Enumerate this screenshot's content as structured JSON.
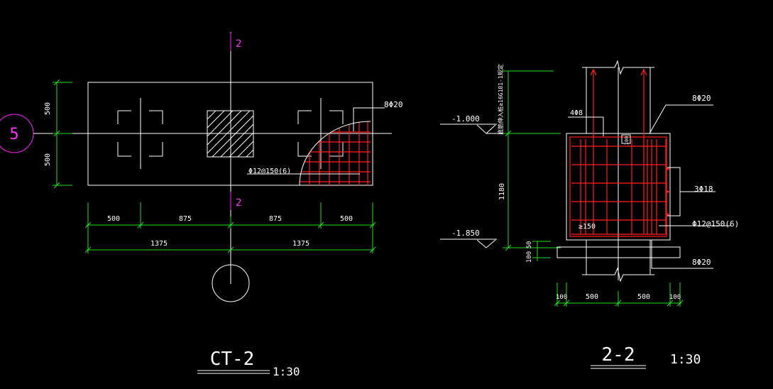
{
  "plan": {
    "axis_label": "5",
    "section_mark_top": "2",
    "section_mark_bottom": "2",
    "dim_left_upper": "500",
    "dim_left_lower": "500",
    "dim_row1": [
      "500",
      "875",
      "875",
      "500"
    ],
    "dim_row2": [
      "1375",
      "1375"
    ],
    "rebar_top": "8Φ20",
    "rebar_bottom": "Φ12@150(6)",
    "title": "CT-2",
    "scale": "1:30"
  },
  "section": {
    "elev_top": "-1.000",
    "elev_bottom": "-1.850",
    "vertical_note": "底筋伸入桩≥16G101-1规定",
    "dim_height": "1180",
    "dim_100_top": "100",
    "dim_50": "50",
    "dim_100_bottom": "100",
    "stirrup_label": "4Φ8",
    "top_bars": "8Φ20",
    "side_bars": "3Φ18",
    "stirrups": "Φ12@150(6)",
    "bottom_bars": "8Φ20",
    "cover_label": "≥150",
    "dim_bottom": [
      "100",
      "500",
      "500",
      "100"
    ],
    "title": "2-2",
    "scale": "1:30"
  },
  "colors": {
    "background": "#000000",
    "line": "#ffffff",
    "dimension": "#22dd22",
    "rebar": "#ff2020",
    "section_mark": "#ff22ff"
  }
}
